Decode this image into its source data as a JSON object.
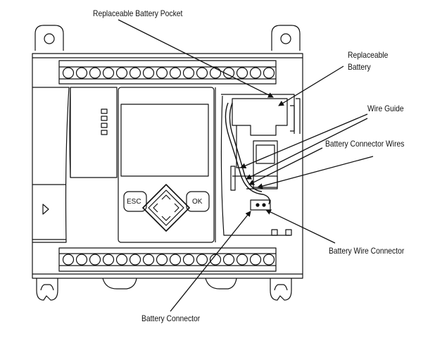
{
  "labels": {
    "battery_pocket": "Replaceable Battery Pocket",
    "battery_line1": "Replaceable",
    "battery_line2": "Battery",
    "wire_guide": "Wire Guide",
    "connector_wires": "Battery Connector Wires",
    "wire_connector": "Battery Wire Connector",
    "battery_connector": "Battery Connector"
  },
  "device": {
    "esc_label": "ESC",
    "ok_label": "OK",
    "terminal_count_top": 16,
    "terminal_count_bottom": 16,
    "status_led_count": 4
  },
  "colors": {
    "line": "#111111",
    "background": "#ffffff"
  }
}
